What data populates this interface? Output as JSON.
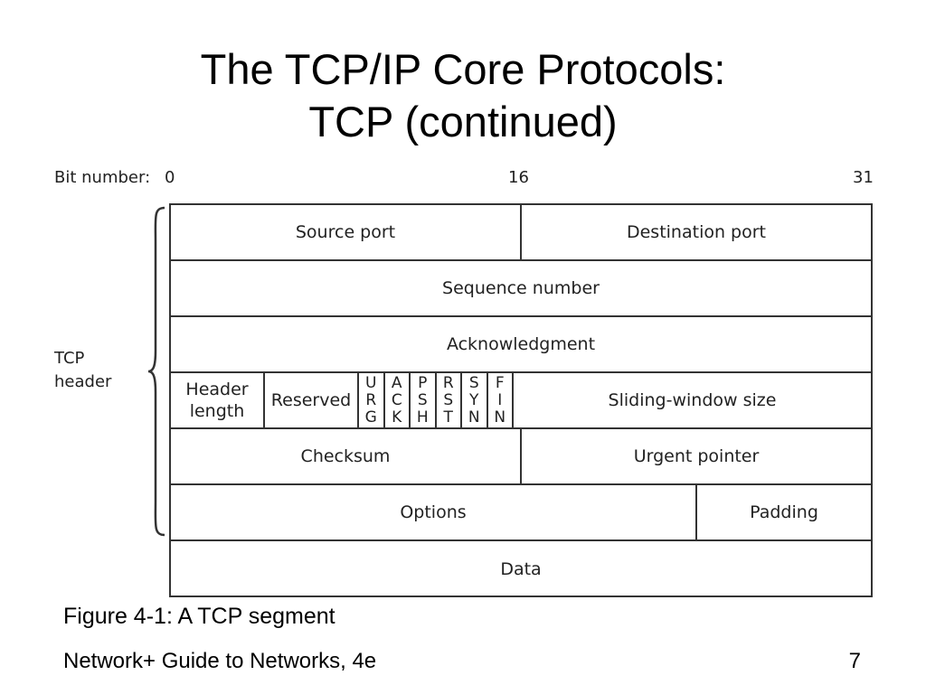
{
  "slide": {
    "title_line1": "The TCP/IP Core Protocols:",
    "title_line2": "TCP (continued)"
  },
  "diagram": {
    "bit_number_label": "Bit number:",
    "bit_start": "0",
    "bit_mid": "16",
    "bit_end": "31",
    "side_label_line1": "TCP",
    "side_label_line2": "header",
    "rows": {
      "source_port": "Source port",
      "destination_port": "Destination port",
      "sequence_number": "Sequence number",
      "acknowledgment": "Acknowledgment",
      "header_length_line1": "Header",
      "header_length_line2": "length",
      "reserved": "Reserved",
      "flags": [
        [
          "U",
          "R",
          "G"
        ],
        [
          "A",
          "C",
          "K"
        ],
        [
          "P",
          "S",
          "H"
        ],
        [
          "R",
          "S",
          "T"
        ],
        [
          "S",
          "Y",
          "N"
        ],
        [
          "F",
          "I",
          "N"
        ]
      ],
      "sliding_window": "Sliding-window size",
      "checksum": "Checksum",
      "urgent_pointer": "Urgent pointer",
      "options": "Options",
      "padding": "Padding",
      "data": "Data"
    }
  },
  "caption": "Figure 4-1: A TCP segment",
  "footer": {
    "book": "Network+ Guide to Networks, 4e",
    "page": "7"
  }
}
